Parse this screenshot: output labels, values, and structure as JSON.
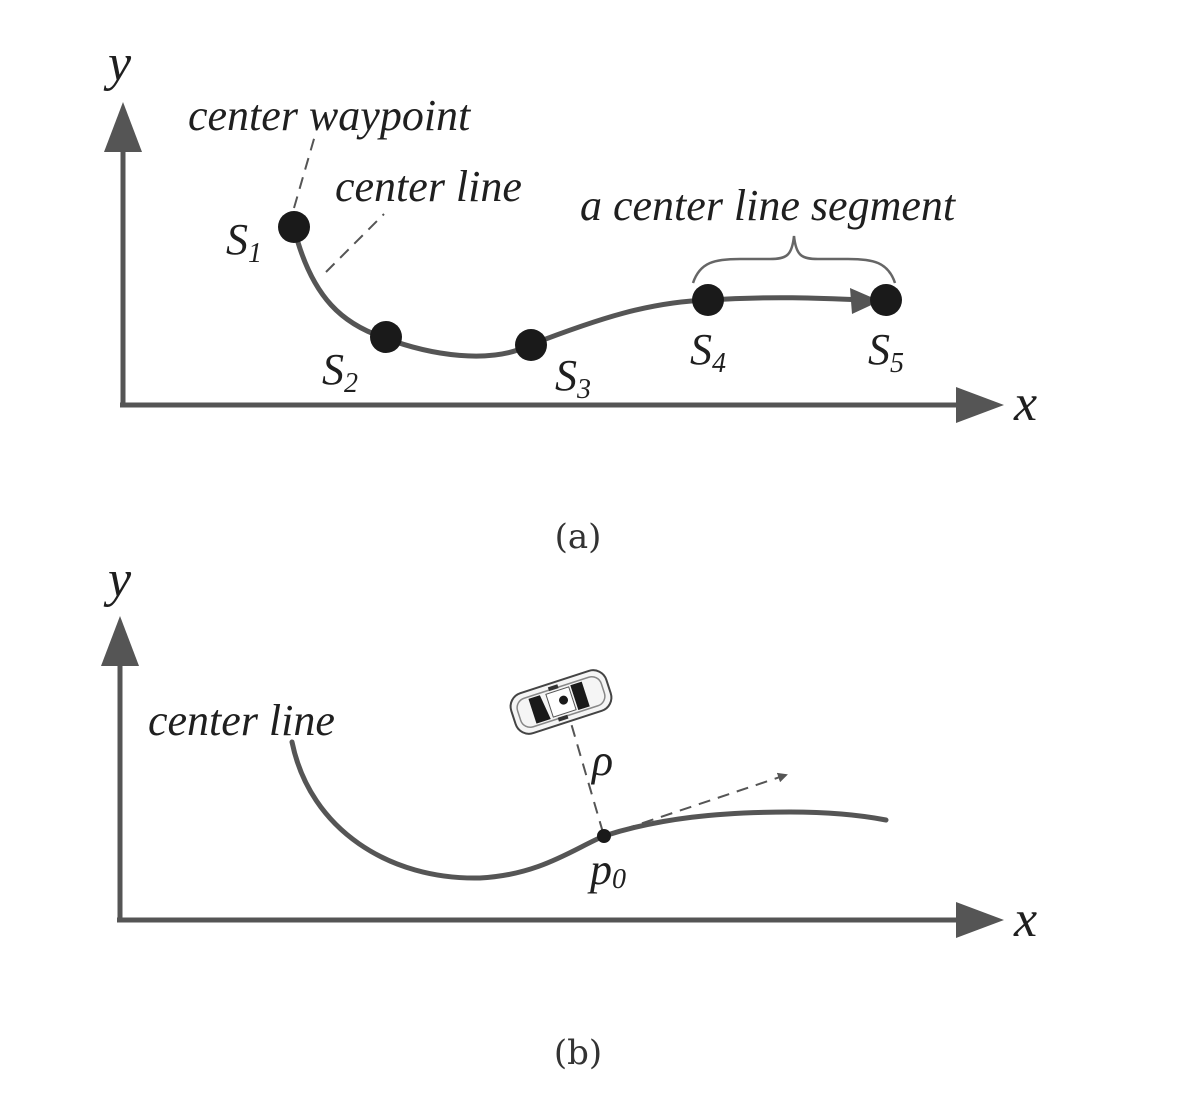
{
  "panel_a": {
    "axis_y": "y",
    "axis_x": "x",
    "annotations": {
      "center_waypoint": "center waypoint",
      "center_line": "center line",
      "segment": "a center line segment"
    },
    "waypoints": [
      {
        "base": "S",
        "sub": "1"
      },
      {
        "base": "S",
        "sub": "2"
      },
      {
        "base": "S",
        "sub": "3"
      },
      {
        "base": "S",
        "sub": "4"
      },
      {
        "base": "S",
        "sub": "5"
      }
    ],
    "caption": "(a)"
  },
  "panel_b": {
    "axis_y": "y",
    "axis_x": "x",
    "center_line": "center line",
    "rho": "ρ",
    "p0": {
      "base": "p",
      "sub": "0"
    },
    "caption": "(b)"
  }
}
